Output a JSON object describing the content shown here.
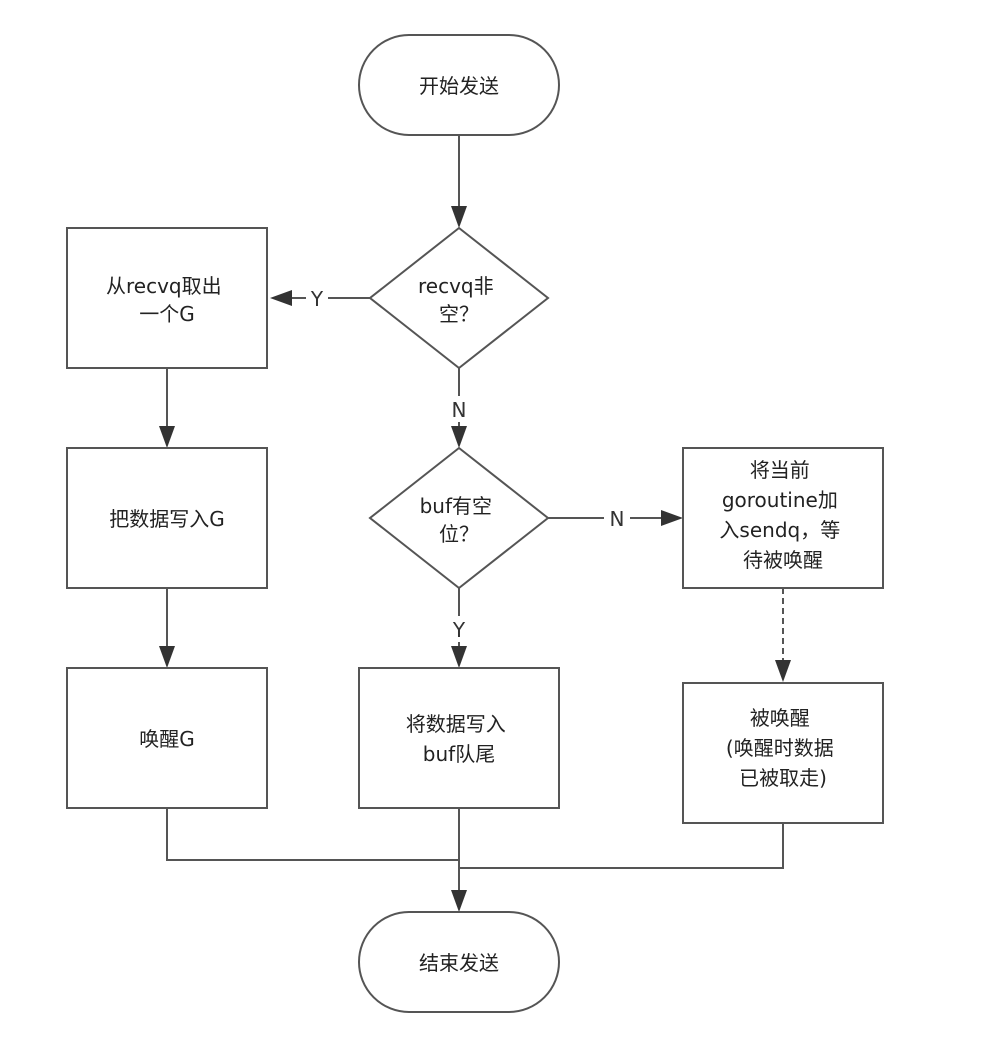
{
  "nodes": {
    "start": {
      "lines": [
        "开始发送"
      ]
    },
    "decision_recvq": {
      "lines": [
        "recvq非",
        "空？"
      ]
    },
    "take_from_recvq": {
      "lines": [
        "从recvq取出",
        "一个G"
      ]
    },
    "write_to_g": {
      "lines": [
        "把数据写入G"
      ]
    },
    "wake_g": {
      "lines": [
        "唤醒G"
      ]
    },
    "decision_buf": {
      "lines": [
        "buf有空",
        "位？"
      ]
    },
    "write_buf": {
      "lines": [
        "将数据写入",
        "buf队尾"
      ]
    },
    "enqueue_sendq": {
      "lines": [
        "将当前",
        "goroutine加",
        "入sendq，等",
        "待被唤醒"
      ]
    },
    "woken": {
      "lines": [
        "被唤醒",
        "(唤醒时数据",
        "已被取走)"
      ]
    },
    "end": {
      "lines": [
        "结束发送"
      ]
    }
  },
  "edge_labels": {
    "recvq_yes": "Y",
    "recvq_no": "N",
    "buf_no": "N",
    "buf_yes": "Y"
  }
}
